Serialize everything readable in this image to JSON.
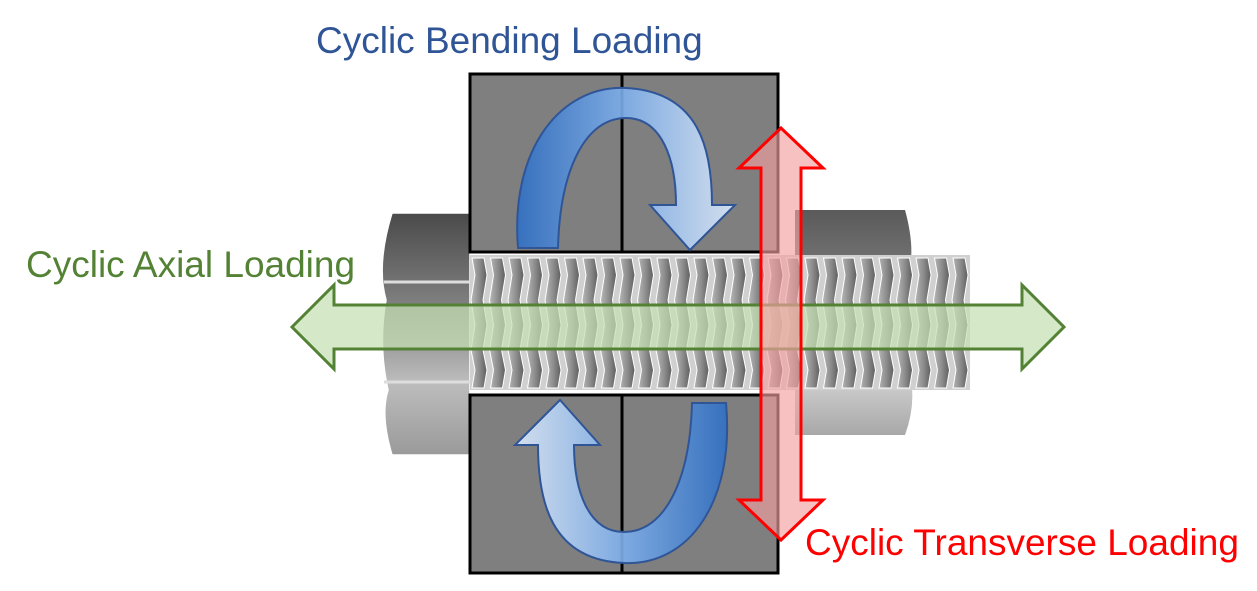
{
  "labels": {
    "bending": "Cyclic Bending Loading",
    "axial": "Cyclic Axial Loading",
    "transverse": "Cyclic Transverse Loading"
  },
  "colors": {
    "bending": "#2f5597",
    "axial": "#548235",
    "transverse": "#ff0000",
    "plate": "#7f7f7f",
    "outline": "#000000"
  },
  "icons": {
    "bending_arrows": "curved-rotation-arrow-icon",
    "axial_arrow": "double-horizontal-arrow-icon",
    "transverse_arrow": "double-vertical-arrow-icon"
  }
}
